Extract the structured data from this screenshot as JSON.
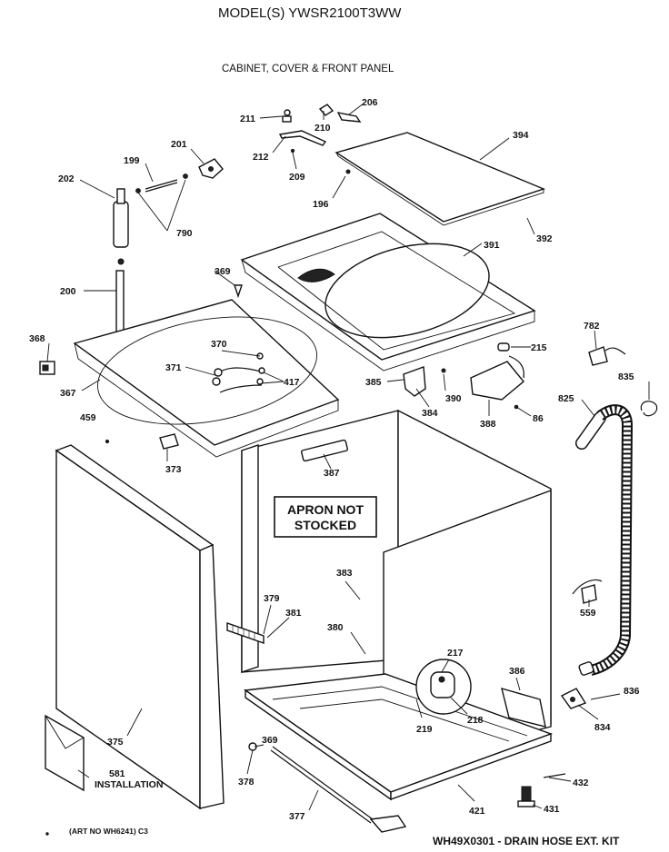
{
  "header": {
    "model": "MODEL(S) YWSR2100T3WW",
    "subtitle": "CABINET, COVER & FRONT PANEL"
  },
  "notes": {
    "apron_line1": "APRON NOT",
    "apron_line2": "STOCKED",
    "installation_num": "581",
    "installation_text": "INSTALLATION",
    "art_no": "(ART NO  WH6241) C3",
    "drain_hose": "WH49X0301 - DRAIN HOSE EXT. KIT"
  },
  "parts": {
    "p211": "211",
    "p210": "210",
    "p206": "206",
    "p212": "212",
    "p209": "209",
    "p394": "394",
    "p201": "201",
    "p199": "199",
    "p202": "202",
    "p790": "790",
    "p196": "196",
    "p392": "392",
    "p391": "391",
    "p369a": "369",
    "p200": "200",
    "p782": "782",
    "p368": "368",
    "p370": "370",
    "p215": "215",
    "p371": "371",
    "p417": "417",
    "p835": "835",
    "p385": "385",
    "p367": "367",
    "p390": "390",
    "p825": "825",
    "p384": "384",
    "p86": "86",
    "p388": "388",
    "p459": "459",
    "p373": "373",
    "p387": "387",
    "p383": "383",
    "p379": "379",
    "p381": "381",
    "p380": "380",
    "p559": "559",
    "p217": "217",
    "p386": "386",
    "p836": "836",
    "p219": "219",
    "p218": "218",
    "p834": "834",
    "p375": "375",
    "p369b": "369",
    "p378": "378",
    "p432": "432",
    "p421": "421",
    "p431": "431",
    "p377": "377"
  }
}
